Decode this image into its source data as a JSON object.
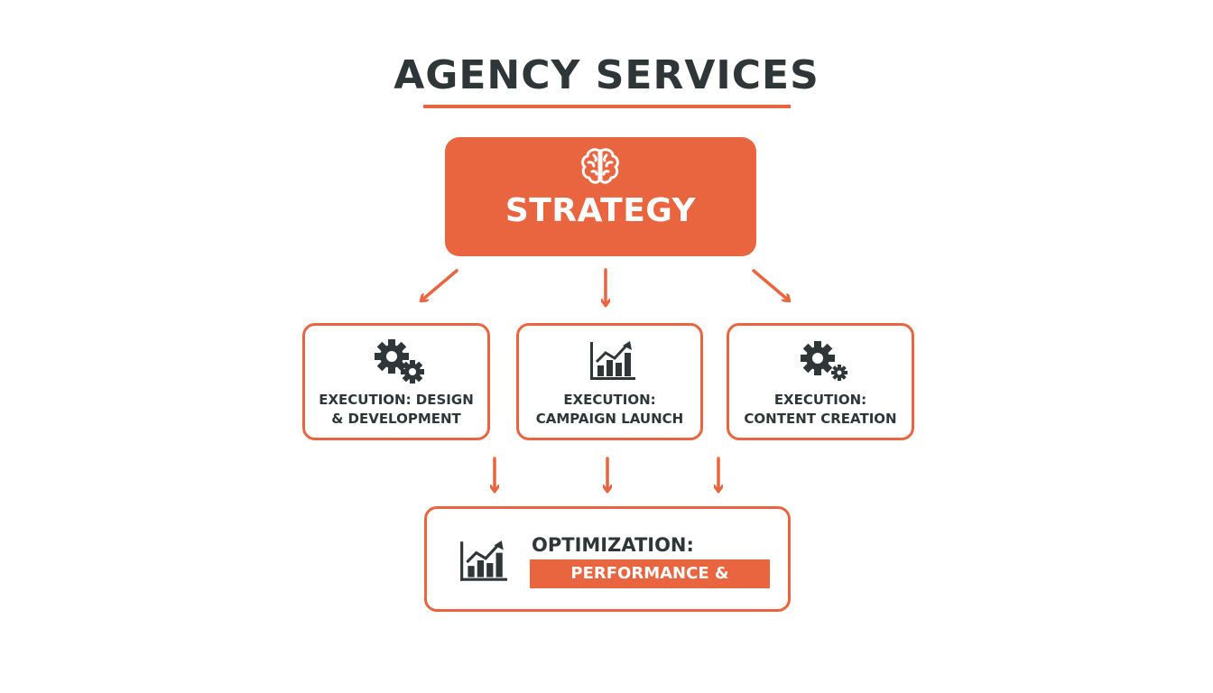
{
  "title": "AGENCY SERVICES",
  "colors": {
    "accent": "#e8653f",
    "text": "#2f3638",
    "background": "#ffffff"
  },
  "strategy": {
    "label": "STRATEGY",
    "icon": "brain-icon"
  },
  "execution": [
    {
      "line1": "EXECUTION: DESIGN",
      "line2": "& DEVELOPMENT",
      "icon": "gears-icon"
    },
    {
      "line1": "EXECUTION:",
      "line2": "CAMPAIGN LAUNCH",
      "icon": "bar-chart-icon"
    },
    {
      "line1": "EXECUTION:",
      "line2": "CONTENT CREATION",
      "icon": "gears-icon"
    }
  ],
  "optimization": {
    "title": "OPTIMIZATION:",
    "subtitle": "PERFORMANCE & SCALING",
    "icon": "bar-chart-icon"
  }
}
